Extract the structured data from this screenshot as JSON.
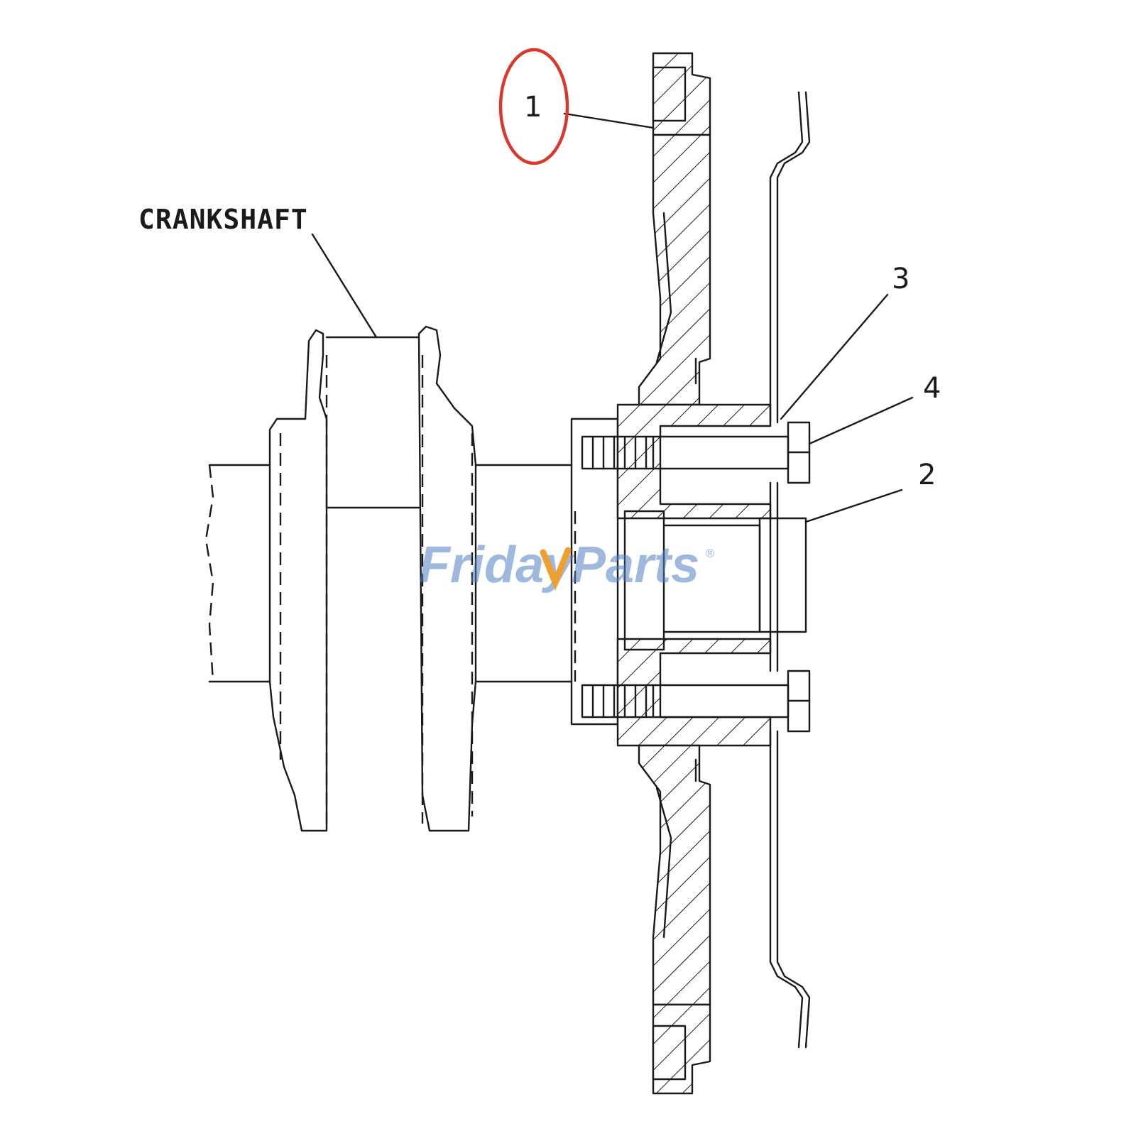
{
  "labels": {
    "crankshaft": "CRANKSHAFT",
    "callout_1": "1",
    "callout_2": "2",
    "callout_3": "3",
    "callout_4": "4"
  },
  "watermark": {
    "part_a": "Friday",
    "part_b": "Parts",
    "mark": "®"
  },
  "colors": {
    "line": "#1a1a1a",
    "highlight_circle": "#d9392b",
    "watermark_blue": "#4f7fc4",
    "watermark_orange": "#f0a030"
  }
}
